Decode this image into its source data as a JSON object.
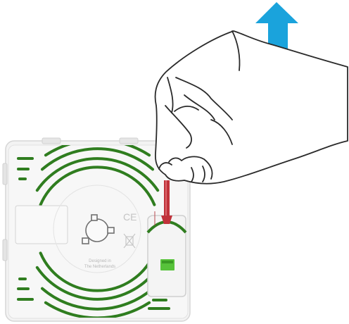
{
  "illustration": {
    "device": {
      "designed_text_line1": "Designed in",
      "designed_text_line2": "The Netherlands",
      "ce_mark": "CE",
      "colors": {
        "body": "#f2f2f2",
        "vents": "#2f7d1f",
        "pull_tab_indicator": "#57c23a",
        "pull_strip": "#c0323a"
      }
    },
    "arrow": {
      "direction": "up",
      "color": "#1aa3dc"
    },
    "hand": {
      "outline_color": "#2a2a2a",
      "fill_color": "#ffffff"
    }
  }
}
